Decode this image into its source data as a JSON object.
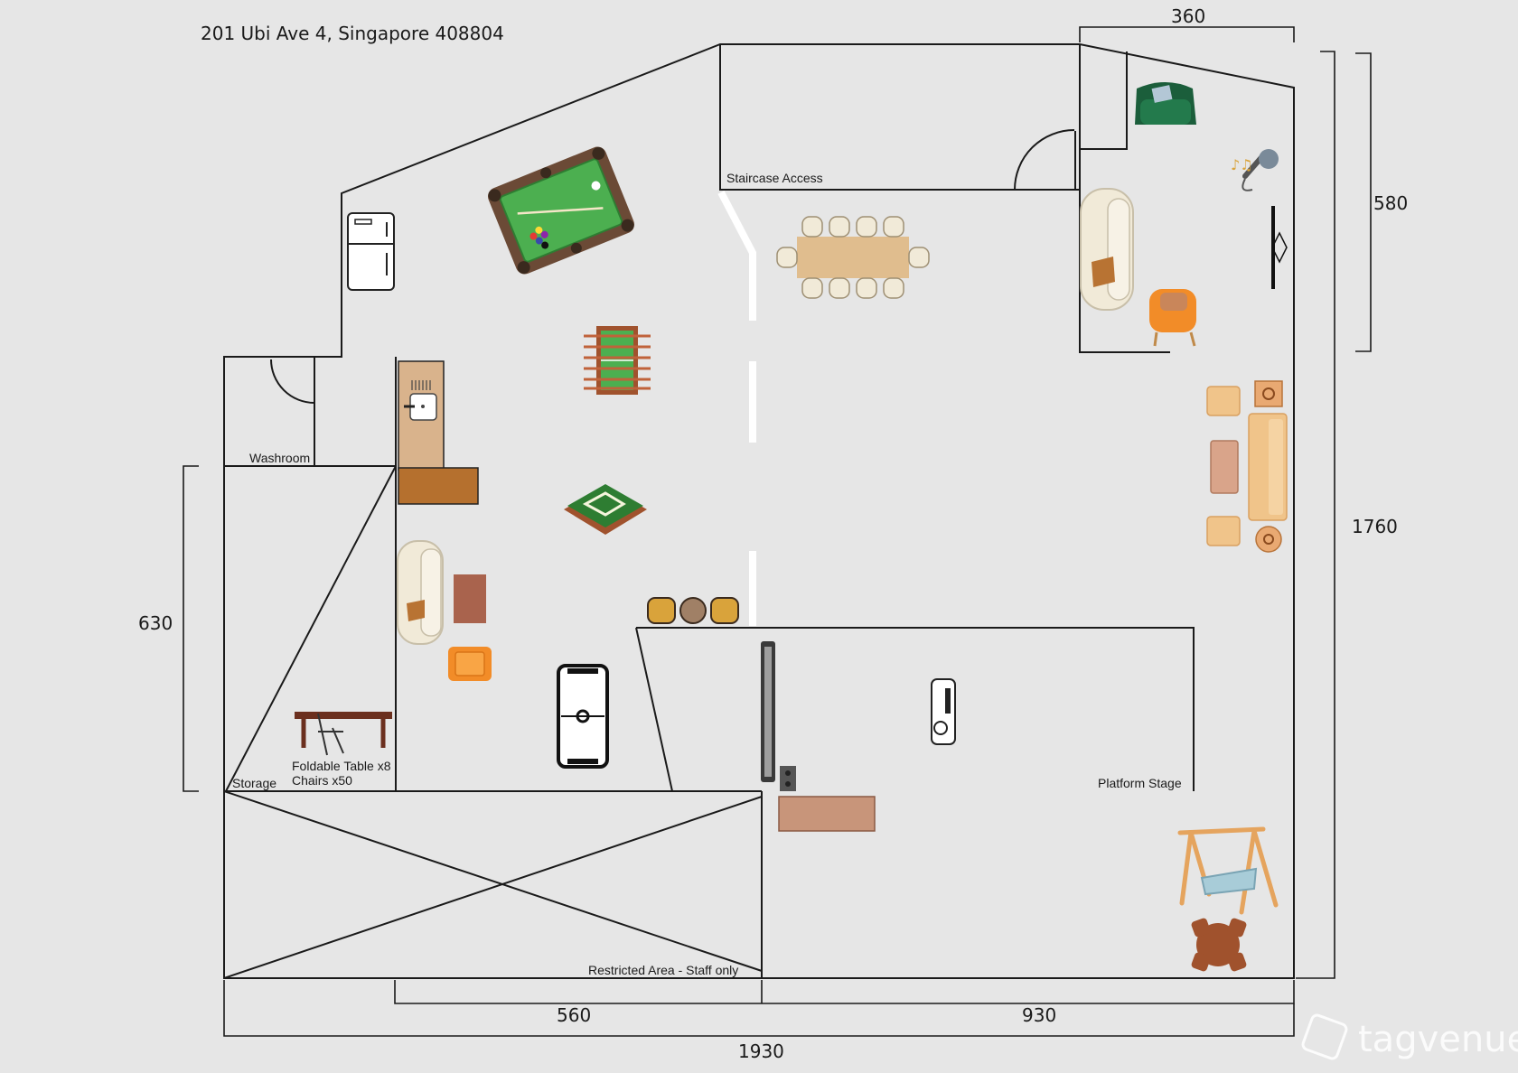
{
  "address": "201 Ubi Ave 4,  Singapore 408804",
  "rooms": {
    "staircase": "Staircase Access",
    "washroom": "Washroom",
    "storage": "Storage",
    "platform": "Platform Stage",
    "restricted": "Restricted Area - Staff only"
  },
  "furniture_note": {
    "line1": "Foldable Table x8",
    "line2": "Chairs x50"
  },
  "dimensions": {
    "top": "360",
    "right_upper": "580",
    "right_total": "1760",
    "left": "630",
    "bottom_left": "560",
    "bottom_right": "930",
    "bottom_total": "1930"
  },
  "watermark": "tagvenue",
  "colors": {
    "background": "#e6e6e6",
    "wall": "#1a1a1a",
    "felt": "#4caf50",
    "wood": "#a0522d",
    "accent_orange": "#f28c28"
  }
}
